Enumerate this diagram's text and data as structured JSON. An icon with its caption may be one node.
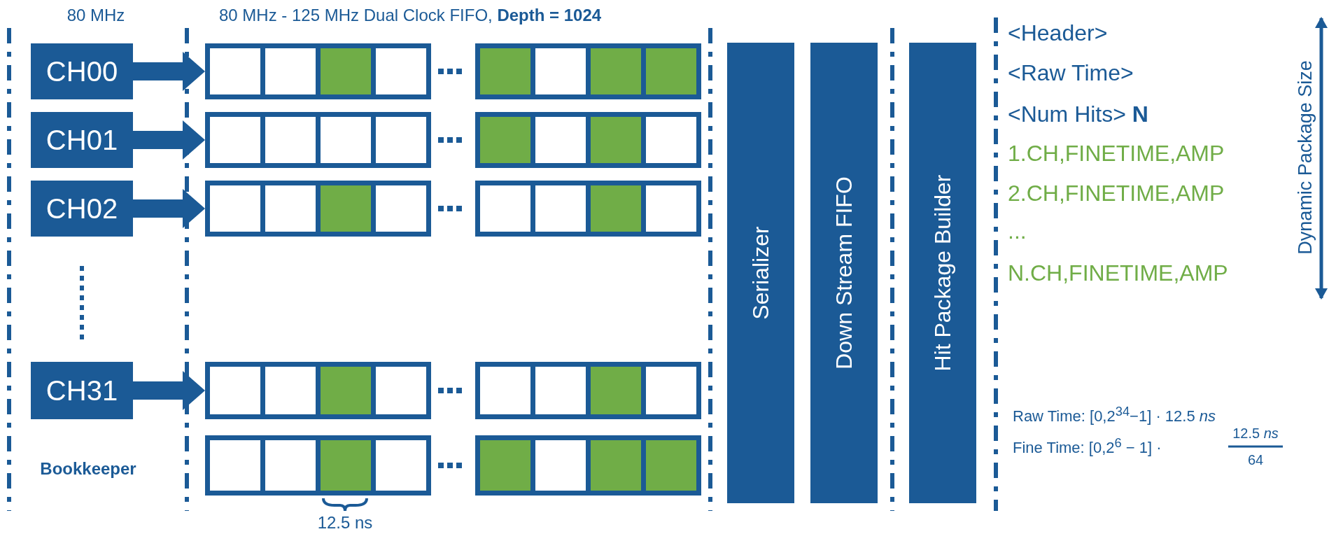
{
  "diagram": {
    "nodes": [
      {
        "text": [
          "CH00"
        ]
      },
      {
        "text": [
          "CH01"
        ]
      },
      {
        "text": [
          "CH02"
        ]
      },
      {
        "text": [
          "CH31"
        ]
      },
      {
        "text": [],
        "shape": "box"
      },
      {
        "text": [],
        "shape": "box"
      },
      {
        "text": [],
        "shape": "box"
      },
      {
        "text": [],
        "shape": "box"
      },
      {
        "text": [],
        "shape": "box"
      },
      {
        "text": [
          "Serializer"
        ]
      },
      {
        "text": [
          "Down Stream FIFO"
        ]
      },
      {
        "text": [
          "Hit Package Builder"
        ]
      }
    ],
    "edges": [
      {
        "from": 0,
        "to": 4,
        "arrow": "to"
      },
      {
        "from": 1,
        "to": 5,
        "arrow": "to"
      },
      {
        "from": 2,
        "to": 6,
        "arrow": "to"
      },
      {
        "from": 3,
        "to": 7,
        "arrow": "to"
      }
    ],
    "labels": [
      "80 MHz",
      "80 MHz - 125 MHz Dual Clock FIFO, **Depth = 1024**",
      "Bookkeeper",
      "12.5 ns",
      "<Header>",
      "<Raw Time>",
      "<Num Hits> **N**",
      "1.CH,FINETIME,AMP",
      "2.CH,FINETIME,AMP",
      "...",
      "N.CH,FINETIME,AMP",
      "Dynamic Package Size",
      "Raw Time: [0,2$^{34}$−1] · 12.5 *ns*",
      "Fine Time: [0,2$^{6}$ − 1] ·",
      "12.5 *ns*",
      "64"
    ]
  }
}
